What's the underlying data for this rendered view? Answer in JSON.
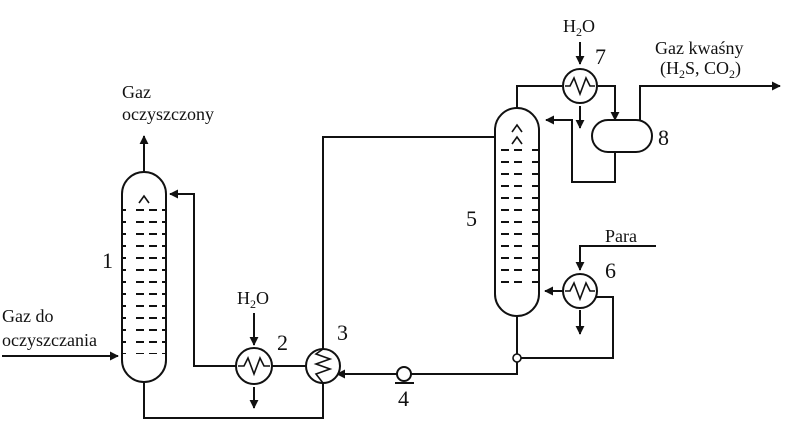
{
  "labels": {
    "gas_in_line1": "Gaz do",
    "gas_in_line2": "oczyszczania",
    "gas_out_line1": "Gaz",
    "gas_out_line2": "oczyszczony",
    "acid_gas_line1": "Gaz kwaśny",
    "acid_gas_open": "(H",
    "acid_gas_sub1": "2",
    "acid_gas_mid": "S,  CO",
    "acid_gas_sub2": "2",
    "acid_gas_close": ")",
    "steam": "Para",
    "water_h": "H",
    "water_sub": "2",
    "water_o": "O"
  },
  "equipment_numbers": [
    "1",
    "2",
    "3",
    "4",
    "5",
    "6",
    "7",
    "8"
  ],
  "colors": {
    "line": "#111111",
    "background": "#ffffff"
  }
}
